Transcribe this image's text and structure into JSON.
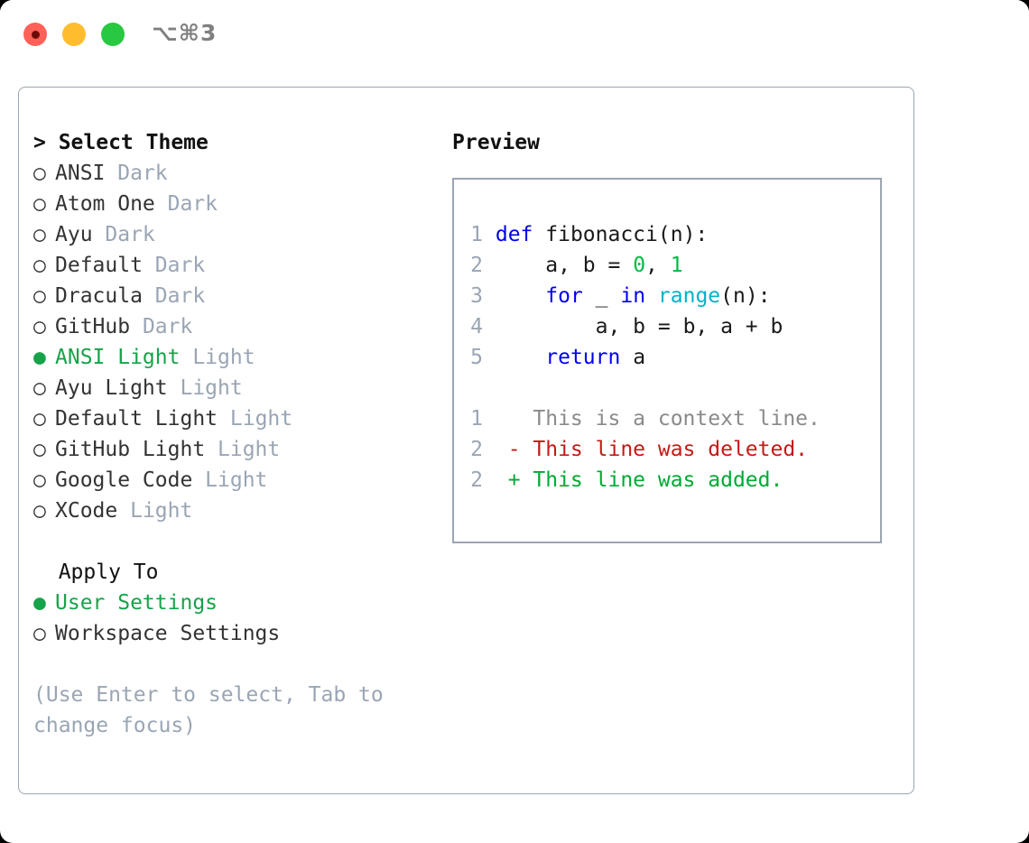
{
  "window": {
    "traffic_lights": [
      {
        "name": "close",
        "color": "#ff6058"
      },
      {
        "name": "minimize",
        "color": "#ffbd2e"
      },
      {
        "name": "maximize",
        "color": "#28c840"
      }
    ],
    "shortcut": "⌥⌘3"
  },
  "theme_picker": {
    "header": "> Select Theme",
    "bullet_selected": "●",
    "bullet_unselected": "○",
    "options": [
      {
        "name": "ANSI",
        "badge": "Dark",
        "selected": false
      },
      {
        "name": "Atom One",
        "badge": "Dark",
        "selected": false
      },
      {
        "name": "Ayu",
        "badge": "Dark",
        "selected": false
      },
      {
        "name": "Default",
        "badge": "Dark",
        "selected": false
      },
      {
        "name": "Dracula",
        "badge": "Dark",
        "selected": false
      },
      {
        "name": "GitHub",
        "badge": "Dark",
        "selected": false
      },
      {
        "name": "ANSI Light",
        "badge": "Light",
        "selected": true
      },
      {
        "name": "Ayu Light",
        "badge": "Light",
        "selected": false
      },
      {
        "name": "Default Light",
        "badge": "Light",
        "selected": false
      },
      {
        "name": "GitHub Light",
        "badge": "Light",
        "selected": false
      },
      {
        "name": "Google Code",
        "badge": "Light",
        "selected": false
      },
      {
        "name": "XCode",
        "badge": "Light",
        "selected": false
      }
    ]
  },
  "apply_to": {
    "header": "Apply To",
    "options": [
      {
        "name": "User Settings",
        "selected": true
      },
      {
        "name": "Workspace Settings",
        "selected": false
      }
    ]
  },
  "help": {
    "text": "(Use Enter to select, Tab to change focus)"
  },
  "preview": {
    "header": "Preview",
    "code_lines": [
      {
        "num": "1",
        "tokens": [
          {
            "t": "def",
            "c": "kw"
          },
          {
            "t": " fibonacci(n):",
            "c": "plain"
          }
        ]
      },
      {
        "num": "2",
        "tokens": [
          {
            "t": "    a, b = ",
            "c": "plain"
          },
          {
            "t": "0",
            "c": "num"
          },
          {
            "t": ", ",
            "c": "plain"
          },
          {
            "t": "1",
            "c": "num"
          }
        ]
      },
      {
        "num": "3",
        "tokens": [
          {
            "t": "    ",
            "c": "plain"
          },
          {
            "t": "for",
            "c": "kw"
          },
          {
            "t": " _ ",
            "c": "plain"
          },
          {
            "t": "in",
            "c": "kw"
          },
          {
            "t": " ",
            "c": "plain"
          },
          {
            "t": "range",
            "c": "fn"
          },
          {
            "t": "(n):",
            "c": "plain"
          }
        ]
      },
      {
        "num": "4",
        "tokens": [
          {
            "t": "        a, b = b, a + b",
            "c": "plain"
          }
        ]
      },
      {
        "num": "5",
        "tokens": [
          {
            "t": "    ",
            "c": "plain"
          },
          {
            "t": "return",
            "c": "kw"
          },
          {
            "t": " a",
            "c": "plain"
          }
        ]
      }
    ],
    "diff_lines": [
      {
        "num": "1",
        "marker": " ",
        "text": "This is a context line.",
        "kind": "context"
      },
      {
        "num": "2",
        "marker": "-",
        "text": "This line was deleted.",
        "kind": "deleted"
      },
      {
        "num": "2",
        "marker": "+",
        "text": "This line was added.",
        "kind": "added"
      }
    ]
  },
  "colors": {
    "accent_green": "#16a34a",
    "muted": "#9aa5b4",
    "keyword": "#0000ee",
    "function": "#00b3c8",
    "number": "#00bb44",
    "diff_deleted": "#c41a16",
    "diff_added": "#00aa33",
    "border": "#9aa5b4"
  }
}
